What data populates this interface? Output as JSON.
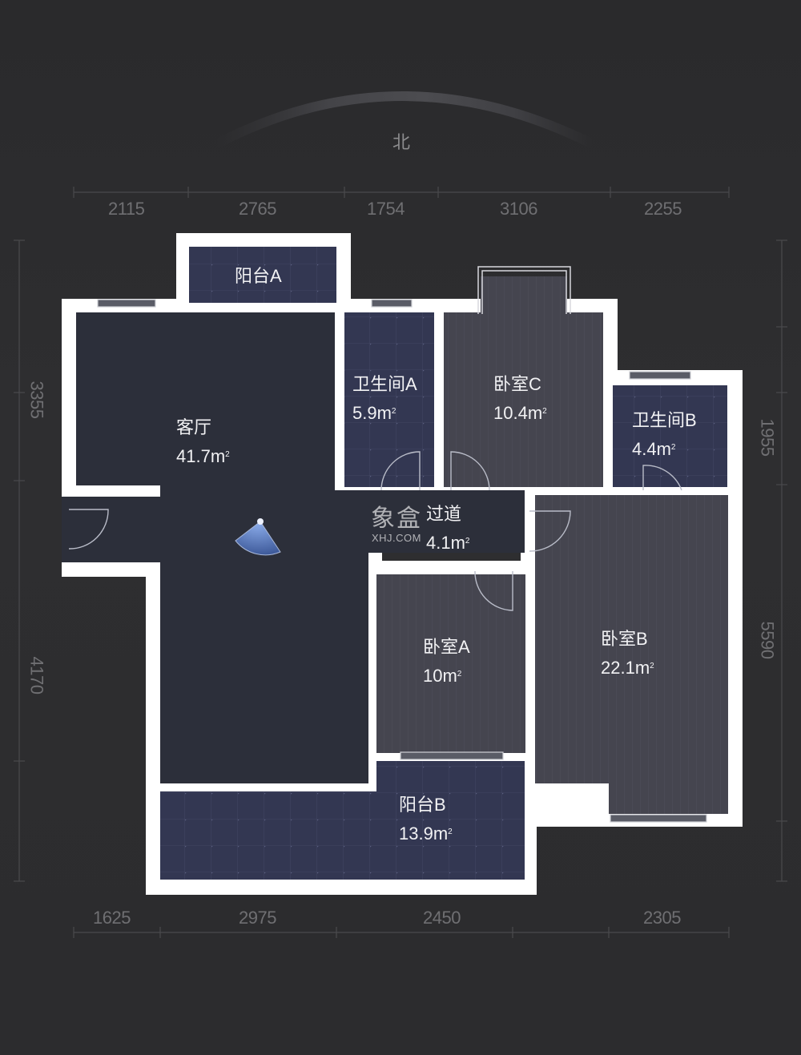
{
  "compass": {
    "north_label": "北"
  },
  "dimensions": {
    "top": [
      "2115",
      "2765",
      "1754",
      "3106",
      "2255"
    ],
    "bottom": [
      "1625",
      "2975",
      "2450",
      "2305"
    ],
    "left": [
      "3355",
      "4170"
    ],
    "right": [
      "1955",
      "5590"
    ]
  },
  "rooms": {
    "balcony_a": {
      "name": "阳台A",
      "area": ""
    },
    "living_room": {
      "name": "客厅",
      "area": "41.7m",
      "unit_sup": "2"
    },
    "bathroom_a": {
      "name": "卫生间A",
      "area": "5.9m",
      "unit_sup": "2"
    },
    "bedroom_c": {
      "name": "卧室C",
      "area": "10.4m",
      "unit_sup": "2"
    },
    "bathroom_b": {
      "name": "卫生间B",
      "area": "4.4m",
      "unit_sup": "2"
    },
    "corridor": {
      "name": "过道",
      "area": "4.1m",
      "unit_sup": "2"
    },
    "bedroom_a": {
      "name": "卧室A",
      "area": "10m",
      "unit_sup": "2"
    },
    "bedroom_b": {
      "name": "卧室B",
      "area": "22.1m",
      "unit_sup": "2"
    },
    "balcony_b": {
      "name": "阳台B",
      "area": "13.9m",
      "unit_sup": "2"
    }
  },
  "watermark": {
    "brand_cn": "象盒",
    "brand_en": "XHJ.COM"
  },
  "colors": {
    "background": "#2b2b2d",
    "wall": "#ffffff",
    "living_floor": "#2c2f3a",
    "tile_floor": "#333752",
    "wood_floor": "#44444f",
    "dimension_text": "#6f6f72",
    "view_cone": "#5d7fc4"
  }
}
